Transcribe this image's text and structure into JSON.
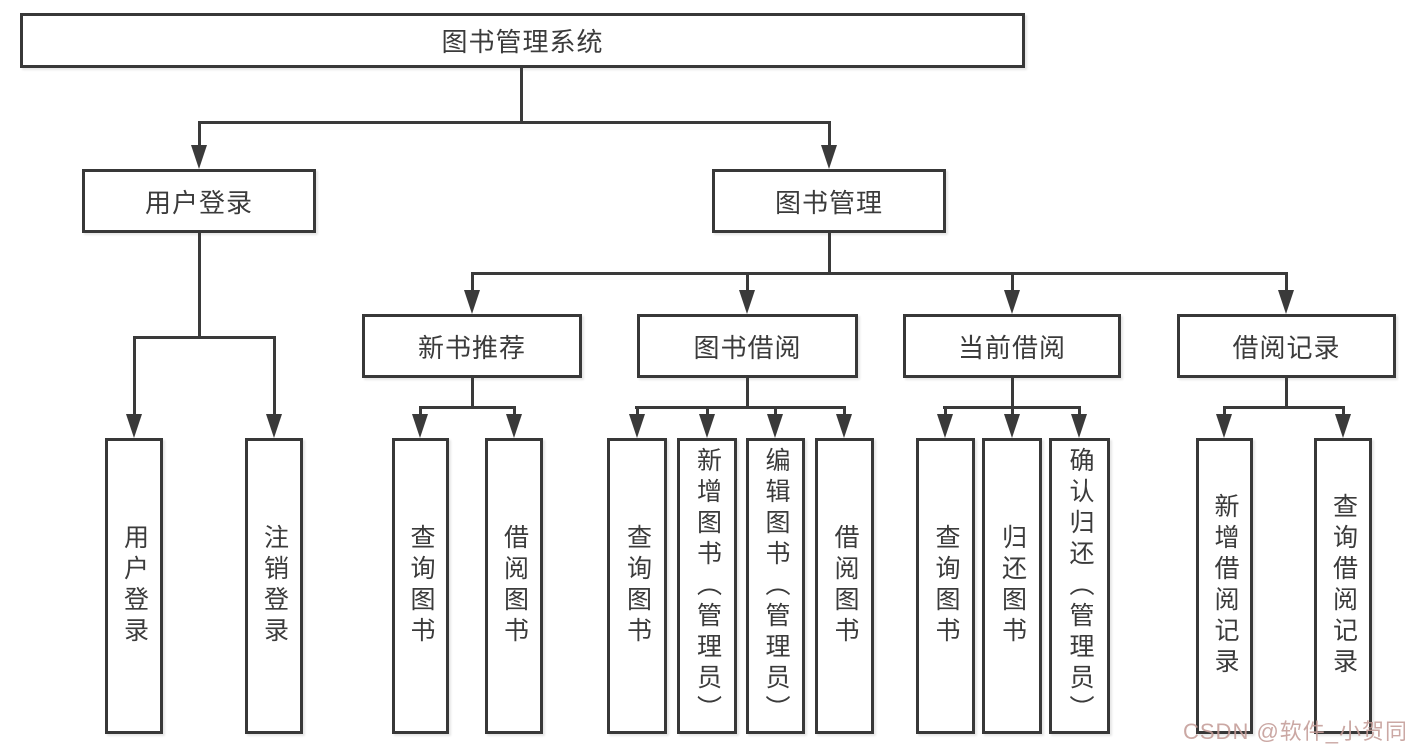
{
  "tree": {
    "root": {
      "label": "图书管理系统"
    },
    "branches": [
      {
        "label": "用户登录",
        "children": [
          {
            "label": "用户登录"
          },
          {
            "label": "注销登录"
          }
        ]
      },
      {
        "label": "图书管理",
        "sections": [
          {
            "label": "新书推荐",
            "children": [
              {
                "label": "查询图书"
              },
              {
                "label": "借阅图书"
              }
            ]
          },
          {
            "label": "图书借阅",
            "children": [
              {
                "label": "查询图书"
              },
              {
                "label": "新增图书（管理员）"
              },
              {
                "label": "编辑图书（管理员）"
              },
              {
                "label": "借阅图书"
              }
            ]
          },
          {
            "label": "当前借阅",
            "children": [
              {
                "label": "查询图书"
              },
              {
                "label": "归还图书"
              },
              {
                "label": "确认归还（管理员）"
              }
            ]
          },
          {
            "label": "借阅记录",
            "children": [
              {
                "label": "新增借阅记录"
              },
              {
                "label": "查询借阅记录"
              }
            ]
          }
        ]
      }
    ]
  },
  "watermark": {
    "text": "CSDN @软件_小贺同学"
  },
  "colors": {
    "line": "#3a3a3a",
    "border": "#383838",
    "text": "#3b3b3b",
    "box_background": "#ffffff",
    "watermark": "#c49d98"
  }
}
